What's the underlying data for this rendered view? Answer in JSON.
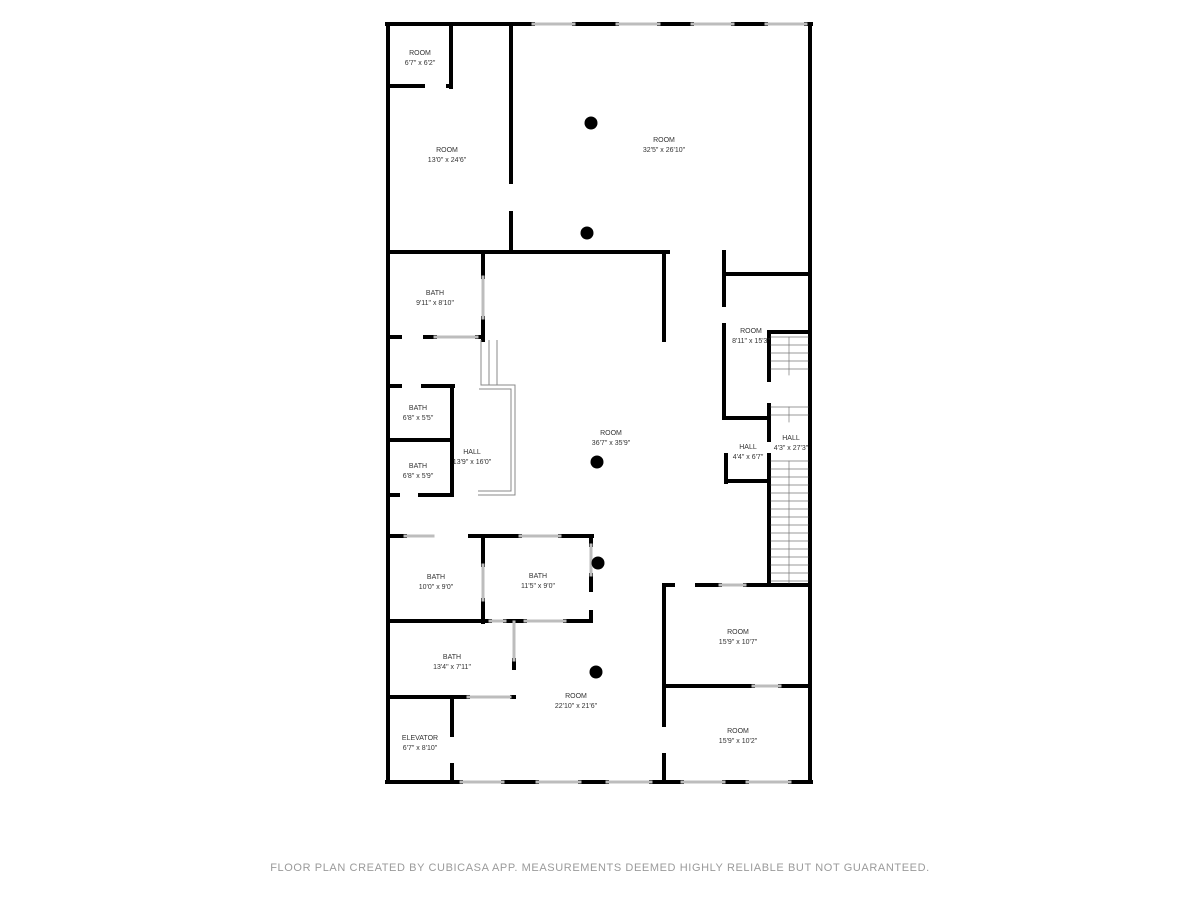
{
  "rooms": [
    {
      "name": "ROOM",
      "size": "6'7\" x 6'2\""
    },
    {
      "name": "ROOM",
      "size": "13'0\" x 24'6\""
    },
    {
      "name": "ROOM",
      "size": "32'5\" x 26'10\""
    },
    {
      "name": "BATH",
      "size": "9'11\" x 8'10\""
    },
    {
      "name": "ROOM",
      "size": "8'11\" x 15'3\""
    },
    {
      "name": "BATH",
      "size": "6'8\" x 5'5\""
    },
    {
      "name": "HALL",
      "size": "13'9\" x 16'0\""
    },
    {
      "name": "ROOM",
      "size": "36'7\" x 35'9\""
    },
    {
      "name": "HALL",
      "size": "4'3\" x 27'3\""
    },
    {
      "name": "HALL",
      "size": "4'4\" x 6'7\""
    },
    {
      "name": "BATH",
      "size": "6'8\" x 5'9\""
    },
    {
      "name": "BATH",
      "size": "10'0\" x 9'0\""
    },
    {
      "name": "BATH",
      "size": "11'5\" x 9'0\""
    },
    {
      "name": "ROOM",
      "size": "15'9\" x 10'7\""
    },
    {
      "name": "BATH",
      "size": "13'4\" x 7'11\""
    },
    {
      "name": "ROOM",
      "size": "22'10\" x 21'6\""
    },
    {
      "name": "ROOM",
      "size": "15'9\" x 10'2\""
    },
    {
      "name": "ELEVATOR",
      "size": "6'7\" x 8'10\""
    }
  ],
  "footer": "FLOOR PLAN CREATED BY CUBICASA APP. MEASUREMENTS DEEMED HIGHLY RELIABLE BUT NOT GUARANTEED.",
  "colors": {
    "wall": "#000000",
    "window": "#bdbdbd",
    "text": "#333333",
    "footer": "#9a9a9a"
  }
}
